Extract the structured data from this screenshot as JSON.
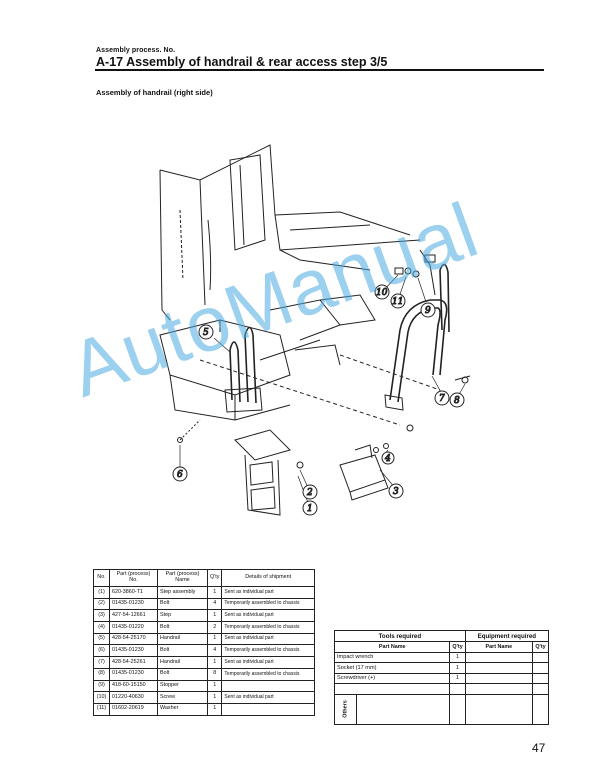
{
  "header": {
    "label": "Assembly process. No.",
    "title": "A-17  Assembly of handrail & rear access step   3/5"
  },
  "section": {
    "title": "Assembly of handrail (right side)"
  },
  "diagram": {
    "callouts": [
      "5",
      "6",
      "2",
      "1",
      "3",
      "4",
      "7",
      "8",
      "9",
      "10",
      "11"
    ]
  },
  "watermark": "AutoManual",
  "parts_table": {
    "headers": [
      "No.",
      "Part (process) No.",
      "Part (process) Name",
      "Q'ty",
      "Details of shipment"
    ],
    "rows": [
      {
        "no": "(1)",
        "part_no": "620-3860-T1",
        "name": "Step assembly",
        "qty": "1",
        "detail": "Sent as individual part"
      },
      {
        "no": "(2)",
        "part_no": "01435-01230",
        "name": "Bolt",
        "qty": "4",
        "detail": "Temporarily assembled to chassis"
      },
      {
        "no": "(3)",
        "part_no": "427-54-12661",
        "name": "Step",
        "qty": "1",
        "detail": "Sent as individual part"
      },
      {
        "no": "(4)",
        "part_no": "01435-01220",
        "name": "Bolt",
        "qty": "2",
        "detail": "Temporarily assembled to chassis"
      },
      {
        "no": "(5)",
        "part_no": "428-54-25170",
        "name": "Handrail",
        "qty": "1",
        "detail": "Sent as individual part"
      },
      {
        "no": "(6)",
        "part_no": "01435-01230",
        "name": "Bolt",
        "qty": "4",
        "detail": "Temporarily assembled to chassis"
      },
      {
        "no": "(7)",
        "part_no": "428-54-25261",
        "name": "Handrail",
        "qty": "1",
        "detail": "Sent as individual part"
      },
      {
        "no": "(8)",
        "part_no": "01435-01230",
        "name": "Bolt",
        "qty": "8",
        "detail": "Temporarily assembled to chassis"
      },
      {
        "no": "(9)",
        "part_no": "418-60-15150",
        "name": "Stopper",
        "qty": "1",
        "detail": ""
      },
      {
        "no": "(10)",
        "part_no": "01220-40630",
        "name": "Screw",
        "qty": "1",
        "detail": "Sent as individual part"
      },
      {
        "no": "(11)",
        "part_no": "01602-20619",
        "name": "Washer",
        "qty": "1",
        "detail": ""
      }
    ]
  },
  "tools_table": {
    "tools_header": "Tools required",
    "equipment_header": "Equipment required",
    "col_part_name": "Part Name",
    "col_qty": "Q'ty",
    "rows": [
      {
        "name": "Impact wrench",
        "qty": "1"
      },
      {
        "name": "Socket (17 mm)",
        "qty": "1"
      },
      {
        "name": "Screwdriver (+)",
        "qty": "1"
      }
    ],
    "others_label": "Others"
  },
  "page_number": "47"
}
